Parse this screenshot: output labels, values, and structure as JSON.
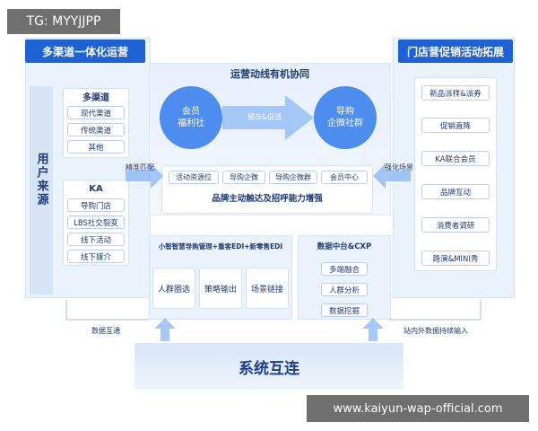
{
  "watermark_top": "TG: MYYJJPP",
  "watermark_bottom": "www.kaiyun-wap-official.com",
  "left_panel": {
    "title": "多渠道一体化运营",
    "user_source": "用户来源",
    "multi_channel": {
      "heading": "多渠道",
      "items": [
        "现代渠道",
        "传统渠道",
        "其他"
      ]
    },
    "ka": {
      "heading": "KA",
      "items": [
        "导购门店",
        "LBS社交裂变",
        "线下活动",
        "线下媒介"
      ]
    }
  },
  "right_panel": {
    "title": "门店营促销活动拓展",
    "items": [
      "新品派样&派券",
      "促销直降",
      "KA联合会员",
      "品牌互动",
      "消费者调研",
      "路演&MINI秀"
    ]
  },
  "center": {
    "title": "运营动线有机协同",
    "circle_left": [
      "会员",
      "福利社"
    ],
    "arrow_label": "留存&促活",
    "circle_right": [
      "导购",
      "企微社群"
    ],
    "mid_tags": [
      "活动资源位",
      "导购企微",
      "导购企微群",
      "会员中心"
    ],
    "mid_caption": "品牌主动触达及招呼能力增强",
    "left_connector": "精准匹配",
    "right_connector": "强化场景",
    "bottom_left": {
      "title": "小智智慧导购管理+重客EDI+新零售EDI",
      "items": [
        "人群圈选",
        "策略输出",
        "场景链接"
      ]
    },
    "bottom_right": {
      "title": "数据中台&CXP",
      "items": [
        "多端融合",
        "人群分析",
        "数据挖掘"
      ]
    }
  },
  "footer": {
    "left_note": "数据互通",
    "right_note": "站内外数据持续输入",
    "system": "系统互连"
  }
}
